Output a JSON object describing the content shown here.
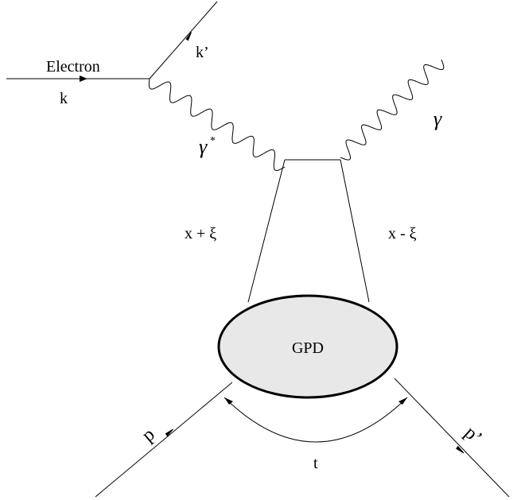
{
  "labels": {
    "electron": "Electron",
    "k": "k",
    "k_prime": "k’",
    "gamma_star": "γ",
    "gamma_star_sup": "*",
    "gamma": "γ",
    "x_plus_xi": "x + ξ",
    "x_minus_xi": "x - ξ",
    "gpd": "GPD",
    "p": "p",
    "p_prime": "p’",
    "t": "t"
  },
  "colors": {
    "line": "#000000",
    "blob_fill": "#e8e8e8",
    "background": "#ffffff"
  }
}
